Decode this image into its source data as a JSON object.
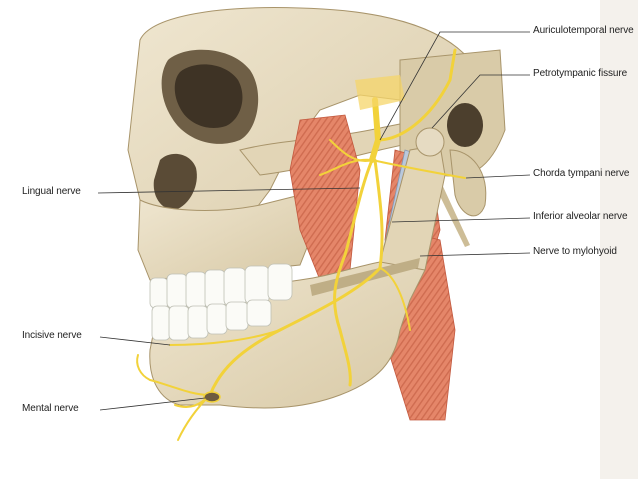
{
  "labels": {
    "auriculotemporal": "Auriculotemporal nerve",
    "petrotympanic": "Petrotympanic fissure",
    "lingual": "Lingual nerve",
    "chorda": "Chorda tympani nerve",
    "inferior_alveolar": "Inferior alveolar nerve",
    "mylohyoid": "Nerve to mylohyoid",
    "incisive": "Incisive nerve",
    "mental": "Mental nerve"
  },
  "colors": {
    "bone": "#e6dbc2",
    "bone_shadow": "#c9b993",
    "muscle": "#e58669",
    "nerve": "#f2d23a",
    "vessel": "#b9c8dc",
    "leader_line": "#333333"
  }
}
